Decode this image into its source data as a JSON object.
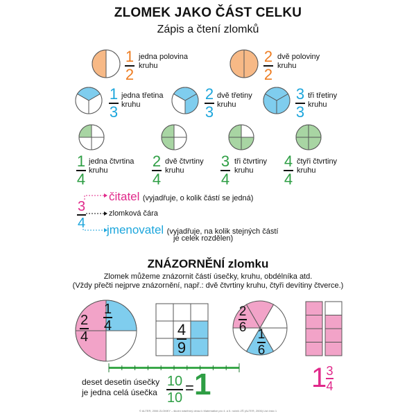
{
  "header": {
    "title": "ZLOMEK JAKO ČÁST CELKU",
    "subtitle": "Zápis a čtení zlomků"
  },
  "halves": [
    {
      "num": "1",
      "den": "2",
      "line1": "jedna polovina",
      "line2": "kruhu",
      "filled": 1,
      "parts": 2
    },
    {
      "num": "2",
      "den": "2",
      "line1": "dvě poloviny",
      "line2": "kruhu",
      "filled": 2,
      "parts": 2
    }
  ],
  "thirds": [
    {
      "num": "1",
      "den": "3",
      "line1": "jedna třetina",
      "line2": "kruhu",
      "filled": 1,
      "parts": 3
    },
    {
      "num": "2",
      "den": "3",
      "line1": "dvě třetiny",
      "line2": "kruhu",
      "filled": 2,
      "parts": 3
    },
    {
      "num": "3",
      "den": "3",
      "line1": "tři třetiny",
      "line2": "kruhu",
      "filled": 3,
      "parts": 3
    }
  ],
  "quarters": [
    {
      "num": "1",
      "den": "4",
      "line1": "jedna čtvrtina",
      "line2": "kruhu",
      "filled": 1,
      "parts": 4
    },
    {
      "num": "2",
      "den": "4",
      "line1": "dvě čtvrtiny",
      "line2": "kruhu",
      "filled": 2,
      "parts": 4
    },
    {
      "num": "3",
      "den": "4",
      "line1": "tři čtvrtiny",
      "line2": "kruhu",
      "filled": 3,
      "parts": 4
    },
    {
      "num": "4",
      "den": "4",
      "line1": "čtyři čtvrtiny",
      "line2": "kruhu",
      "filled": 4,
      "parts": 4
    }
  ],
  "anatomy": {
    "num": "3",
    "den": "4",
    "citatel": "čitatel",
    "citatel_note": "(vyjadřuje, o kolik částí se jedná)",
    "cara": "zlomková čára",
    "jmenovatel": "jmenovatel",
    "jmenovatel_note1": "(vyjadřuje, na kolik stejných částí",
    "jmenovatel_note2": "je celek rozdělen)"
  },
  "section2": {
    "title": "ZNÁZORNĚNÍ zlomku",
    "line1": "Zlomek můžeme znázornit částí úsečky, kruhu, obdélníka atd.",
    "line2": "(Vždy přečti nejprve znázornění, např.: dvě čtvrtiny kruhu, čtyři devítiny čtverce.)"
  },
  "examples": {
    "circle_quarters": {
      "a_num": "2",
      "a_den": "4",
      "b_num": "1",
      "b_den": "4"
    },
    "square_ninths": {
      "num": "4",
      "den": "9"
    },
    "circle_sixths": {
      "a_num": "2",
      "a_den": "6",
      "b_num": "1",
      "b_den": "6"
    },
    "mixed": {
      "whole": "1",
      "num": "3",
      "den": "4"
    }
  },
  "segment": {
    "line1": "deset desetin úsečky",
    "line2": "je jedna celá úsečka",
    "num": "10",
    "den": "10",
    "eq": "=",
    "result": "1"
  },
  "footer": "© ALTER, 2006     ZLOMKY – školní nástěnný obraz k Matematice pro 4. a 5. ročník ZŠ (ALTER, 2006)     List číslo 1",
  "colors": {
    "orange": "#f7b986",
    "blue": "#7fcdee",
    "green": "#a8d5a3",
    "pink": "#f2a3c8",
    "stroke": "#555555"
  }
}
